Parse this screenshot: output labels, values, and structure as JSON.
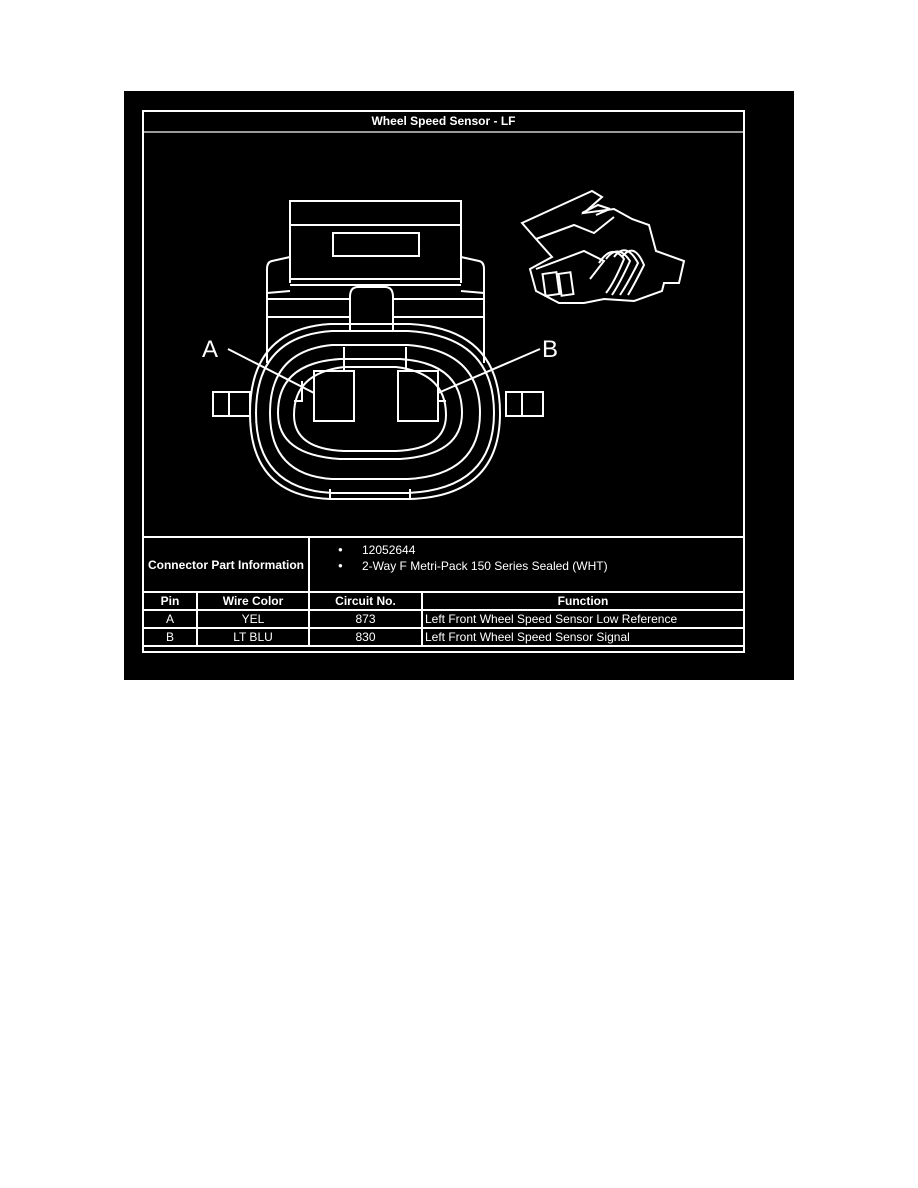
{
  "diagram": {
    "title": "Wheel Speed Sensor - LF",
    "pin_labels": [
      "A",
      "B"
    ],
    "icons": [
      "connector-face-view",
      "connector-isometric-view"
    ]
  },
  "connector_info": {
    "label": "Connector Part Information",
    "items": [
      "12052644",
      "2-Way F Metri-Pack 150 Series Sealed (WHT)"
    ]
  },
  "pin_table": {
    "headers": [
      "Pin",
      "Wire Color",
      "Circuit No.",
      "Function"
    ],
    "rows": [
      {
        "pin": "A",
        "wire_color": "YEL",
        "circuit": "873",
        "function": "Left Front Wheel Speed Sensor Low Reference"
      },
      {
        "pin": "B",
        "wire_color": "LT BLU",
        "circuit": "830",
        "function": "Left Front Wheel Speed Sensor Signal"
      }
    ]
  },
  "colors": {
    "background": "#000000",
    "line": "#ffffff",
    "title_divider": "#9a9a9a",
    "page": "#ffffff"
  }
}
